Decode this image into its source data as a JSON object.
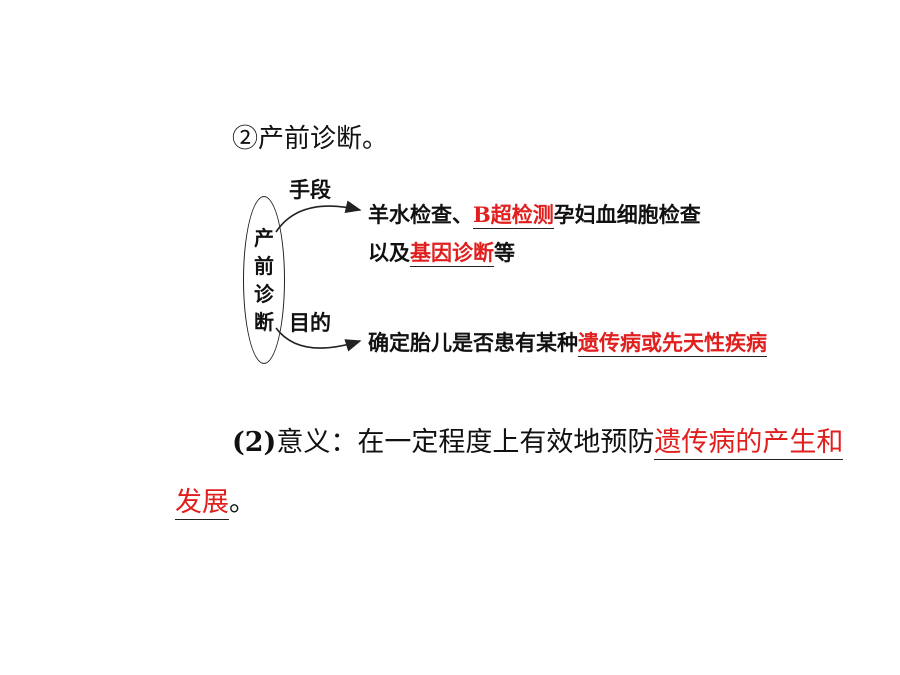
{
  "heading": "②产前诊断。",
  "diagram": {
    "oval_chars": [
      "产",
      "前",
      "诊",
      "断"
    ],
    "method_label": "手段",
    "purpose_label": "目的",
    "method_line1_prefix": "羊水检查、",
    "method_line1_fill": "B超检测",
    "method_line1_suffix": "孕妇血细胞检查",
    "method_line2_prefix": "以及",
    "method_line2_fill": "基因诊断",
    "method_line2_suffix": "等",
    "purpose_prefix": "确定胎儿是否患有某种",
    "purpose_fill": "遗传病或先天性疾病"
  },
  "significance": {
    "number": "(2)",
    "label_text": "意义：在一定程度上有效地预防",
    "fill_line1": "遗传病的产生和",
    "fill_line2": "发展",
    "end_punct": "。"
  }
}
